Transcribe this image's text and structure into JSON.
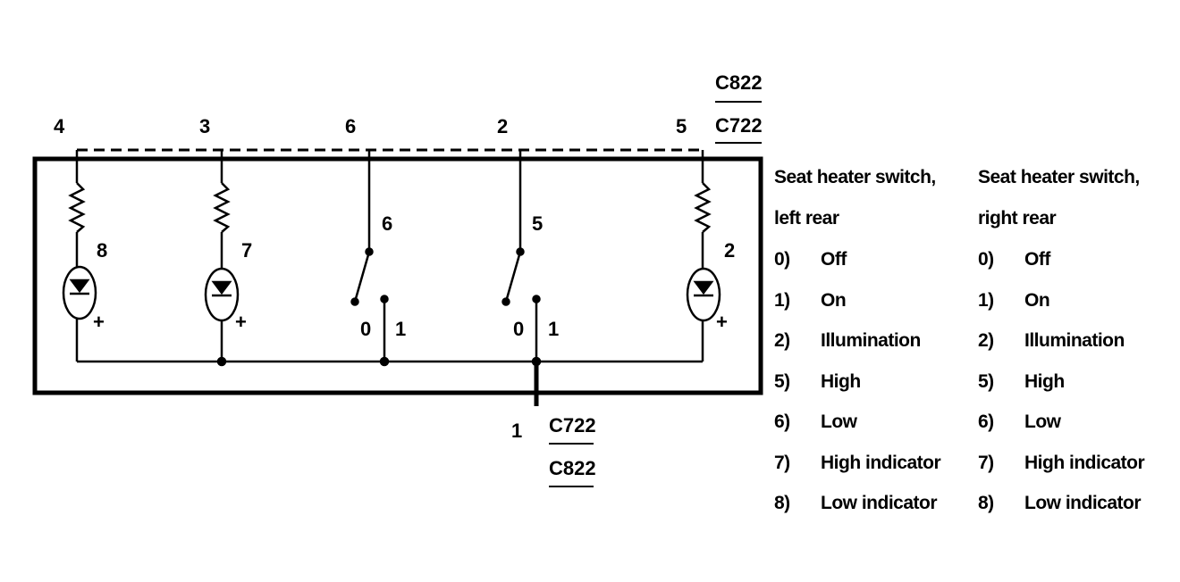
{
  "diagram": {
    "top_pins": [
      "4",
      "3",
      "6",
      "2",
      "5"
    ],
    "connector_top": {
      "upper": "C822",
      "lower": "C722"
    },
    "component_labels": {
      "lamp_left": "8",
      "lamp_mid": "7",
      "switch_left": "6",
      "switch_right": "5",
      "lamp_right": "2"
    },
    "switch_left_positions": {
      "off": "0",
      "on": "1"
    },
    "switch_right_positions": {
      "off": "0",
      "on": "1"
    },
    "bottom_pin": "1",
    "connector_bottom": {
      "upper": "C722",
      "lower": "C822"
    }
  },
  "legend_left": {
    "title_line1": "Seat heater switch,",
    "title_line2": "left rear",
    "items": [
      {
        "code": "0)",
        "text": "Off"
      },
      {
        "code": "1)",
        "text": "On"
      },
      {
        "code": "2)",
        "text": "Illumination"
      },
      {
        "code": "5)",
        "text": "High"
      },
      {
        "code": "6)",
        "text": "Low"
      },
      {
        "code": "7)",
        "text": "High indicator"
      },
      {
        "code": "8)",
        "text": "Low indicator"
      }
    ]
  },
  "legend_right": {
    "title_line1": "Seat heater switch,",
    "title_line2": "right rear",
    "items": [
      {
        "code": "0)",
        "text": "Off"
      },
      {
        "code": "1)",
        "text": "On"
      },
      {
        "code": "2)",
        "text": "Illumination"
      },
      {
        "code": "5)",
        "text": "High"
      },
      {
        "code": "6)",
        "text": "Low"
      },
      {
        "code": "7)",
        "text": "High indicator"
      },
      {
        "code": "8)",
        "text": "Low indicator"
      }
    ]
  }
}
